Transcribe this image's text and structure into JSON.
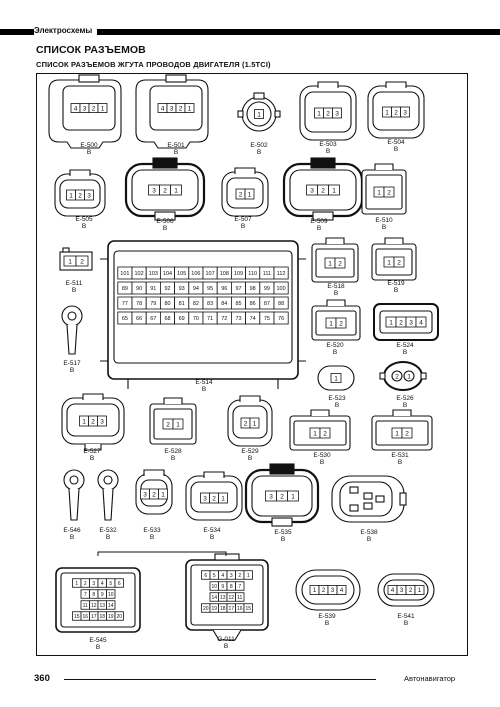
{
  "header": {
    "section": "Электросхемы",
    "bar_color": "#000000"
  },
  "titles": {
    "main": "СПИСОК РАЗЪЕМОВ",
    "sub": "СПИСОК РАЗЪЕМОВ ЖГУТА ПРОВОДОВ ДВИГАТЕЛЯ (1.5TCI)"
  },
  "connectors": [
    {
      "id": "E-500",
      "view": "В",
      "pins": [
        [
          "4",
          "3",
          "2",
          "1"
        ]
      ]
    },
    {
      "id": "E-501",
      "view": "В",
      "pins": [
        [
          "4",
          "3",
          "2",
          "1"
        ]
      ]
    },
    {
      "id": "E-502",
      "view": "В",
      "pins": [
        [
          "1"
        ]
      ]
    },
    {
      "id": "E-503",
      "view": "В",
      "pins": [
        [
          "1",
          "2",
          "3"
        ]
      ]
    },
    {
      "id": "E-504",
      "view": "В",
      "pins": [
        [
          "1",
          "2",
          "3"
        ]
      ]
    },
    {
      "id": "E-505",
      "view": "В",
      "pins": [
        [
          "1",
          "2",
          "3"
        ]
      ]
    },
    {
      "id": "E-506",
      "view": "В",
      "pins": [
        [
          "3",
          "2",
          "1"
        ]
      ]
    },
    {
      "id": "E-507",
      "view": "В",
      "pins": [
        [
          "2",
          "1"
        ]
      ]
    },
    {
      "id": "E-509",
      "view": "В",
      "pins": [
        [
          "3",
          "2",
          "1"
        ]
      ]
    },
    {
      "id": "E-510",
      "view": "В",
      "pins": [
        [
          "1",
          "2"
        ]
      ]
    },
    {
      "id": "E-511",
      "view": "В",
      "pins": [
        [
          "1",
          "2"
        ]
      ]
    },
    {
      "id": "E-517",
      "view": "В",
      "pins": []
    },
    {
      "id": "E-514",
      "view": "В",
      "pins": [
        [
          "101",
          "102",
          "103",
          "104",
          "105",
          "106",
          "107",
          "108",
          "109",
          "110",
          "111",
          "112"
        ],
        [
          "89",
          "90",
          "91",
          "92",
          "93",
          "94",
          "95",
          "96",
          "97",
          "98",
          "99",
          "100"
        ],
        [
          "77",
          "78",
          "79",
          "80",
          "81",
          "82",
          "83",
          "84",
          "85",
          "86",
          "87",
          "88"
        ],
        [
          "65",
          "66",
          "67",
          "68",
          "69",
          "70",
          "71",
          "72",
          "73",
          "74",
          "75",
          "76"
        ]
      ]
    },
    {
      "id": "E-518",
      "view": "В",
      "pins": [
        [
          "1",
          "2"
        ]
      ]
    },
    {
      "id": "E-519",
      "view": "В",
      "pins": [
        [
          "1",
          "2"
        ]
      ]
    },
    {
      "id": "E-520",
      "view": "В",
      "pins": [
        [
          "1",
          "2"
        ]
      ]
    },
    {
      "id": "E-524",
      "view": "В",
      "pins": [
        [
          "1",
          "2",
          "3",
          "4"
        ]
      ]
    },
    {
      "id": "E-523",
      "view": "В",
      "pins": [
        [
          "1"
        ]
      ]
    },
    {
      "id": "E-526",
      "view": "В",
      "pins": [
        [
          "2",
          "1"
        ]
      ]
    },
    {
      "id": "E-527",
      "view": "В",
      "pins": [
        [
          "1",
          "2",
          "3"
        ]
      ]
    },
    {
      "id": "E-528",
      "view": "В",
      "pins": [
        [
          "2",
          "1"
        ]
      ]
    },
    {
      "id": "E-529",
      "view": "В",
      "pins": [
        [
          "2",
          "1"
        ]
      ]
    },
    {
      "id": "E-530",
      "view": "В",
      "pins": [
        [
          "1",
          "2"
        ]
      ]
    },
    {
      "id": "E-531",
      "view": "В",
      "pins": [
        [
          "1",
          "2"
        ]
      ]
    },
    {
      "id": "E-546",
      "view": "В",
      "pins": []
    },
    {
      "id": "E-532",
      "view": "В",
      "pins": []
    },
    {
      "id": "E-533",
      "view": "В",
      "pins": [
        [
          "3",
          "2",
          "1"
        ]
      ]
    },
    {
      "id": "E-534",
      "view": "В",
      "pins": [
        [
          "3",
          "2",
          "1"
        ]
      ]
    },
    {
      "id": "E-535",
      "view": "В",
      "pins": [
        [
          "3",
          "2",
          "1"
        ]
      ]
    },
    {
      "id": "E-538",
      "view": "В",
      "pins": []
    },
    {
      "id": "E-545",
      "view": "В",
      "pins": [
        [
          "1",
          "2",
          "3",
          "4",
          "5",
          "6"
        ],
        [
          "7",
          "8",
          "9",
          "10"
        ],
        [
          "11",
          "12",
          "13",
          "14"
        ],
        [
          "15",
          "16",
          "17",
          "18",
          "19",
          "20"
        ]
      ]
    },
    {
      "id": "G-011",
      "view": "В",
      "pins": [
        [
          "6",
          "5",
          "4",
          "3",
          "2",
          "1"
        ],
        [
          "10",
          "9",
          "8",
          "7"
        ],
        [
          "14",
          "13",
          "12",
          "11"
        ],
        [
          "20",
          "19",
          "18",
          "17",
          "16",
          "15"
        ]
      ]
    },
    {
      "id": "E-539",
      "view": "В",
      "pins": [
        [
          "1",
          "2",
          "3",
          "4"
        ]
      ]
    },
    {
      "id": "E-541",
      "view": "В",
      "pins": [
        [
          "4",
          "3",
          "2",
          "1"
        ]
      ]
    }
  ],
  "footer": {
    "page": "360",
    "brand": "Автонавигатор"
  }
}
